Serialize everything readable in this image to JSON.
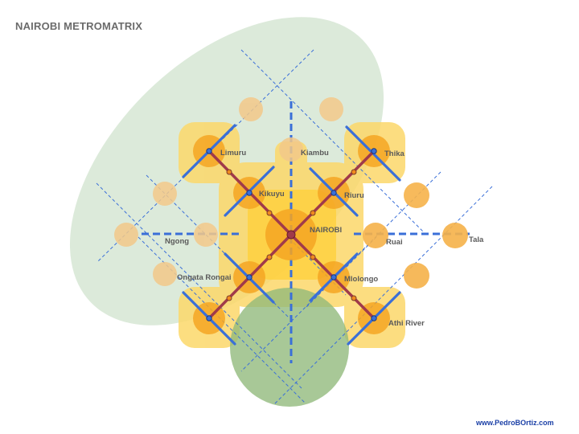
{
  "title": "NAIROBI METROMATRIX",
  "credit": "www.PedroBOrtiz.com",
  "labels": {
    "limuru": "Limuru",
    "kiambu": "Kiambu",
    "thika": "Thika",
    "kikuyu": "Kikuyu",
    "riuru": "Riuru",
    "nairobi": "NAIROBI",
    "ngong": "Ngong",
    "ruai": "Ruai",
    "tala": "Tala",
    "ongata_rongai": "Ongata Rongai",
    "mlolongo": "Mlolongo",
    "athi_river": "Athi River"
  },
  "colors": {
    "green_zone": "#8fb87a",
    "ellipse_zone": "#d6e6d3",
    "urban_yellow": "#fcd86a",
    "node_orange": "#f5a623",
    "axis_blue": "#3a6fd8",
    "spoke_red": "#a03a4a"
  }
}
